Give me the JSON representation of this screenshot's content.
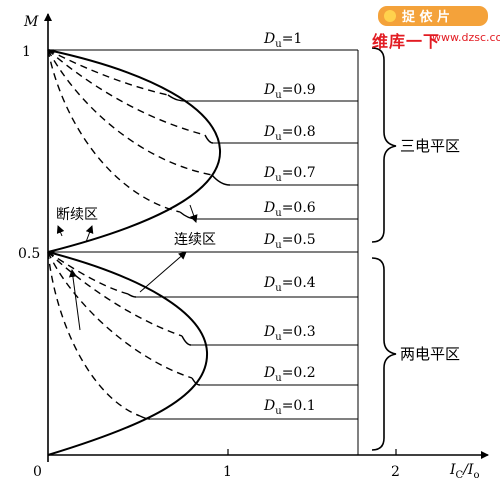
{
  "axes": {
    "y_label": "M",
    "x_label": "I",
    "x_label_sub": "C",
    "x_label_tail": "/I",
    "x_label_tail_sub": "o",
    "origin": "0",
    "x_ticks": [
      "1",
      "2"
    ],
    "y_ticks": [
      "1",
      "0.5"
    ]
  },
  "du_curves": [
    {
      "prefix": "D",
      "sub": "u",
      "value": "=1"
    },
    {
      "prefix": "D",
      "sub": "u",
      "value": "=0.9"
    },
    {
      "prefix": "D",
      "sub": "u",
      "value": "=0.8"
    },
    {
      "prefix": "D",
      "sub": "u",
      "value": "=0.7"
    },
    {
      "prefix": "D",
      "sub": "u",
      "value": "=0.6"
    },
    {
      "prefix": "D",
      "sub": "u",
      "value": "=0.5"
    },
    {
      "prefix": "D",
      "sub": "u",
      "value": "=0.4"
    },
    {
      "prefix": "D",
      "sub": "u",
      "value": "=0.3"
    },
    {
      "prefix": "D",
      "sub": "u",
      "value": "=0.2"
    },
    {
      "prefix": "D",
      "sub": "u",
      "value": "=0.1"
    }
  ],
  "annotations": {
    "discontinuous": "断续区",
    "continuous": "连续区",
    "three_level": "三电平区",
    "two_level": "两电平区"
  },
  "watermark": {
    "badge": "捉 依 片",
    "site_name": "维库一下",
    "url": "www.dzsc.com",
    "color": "#e21b22"
  }
}
